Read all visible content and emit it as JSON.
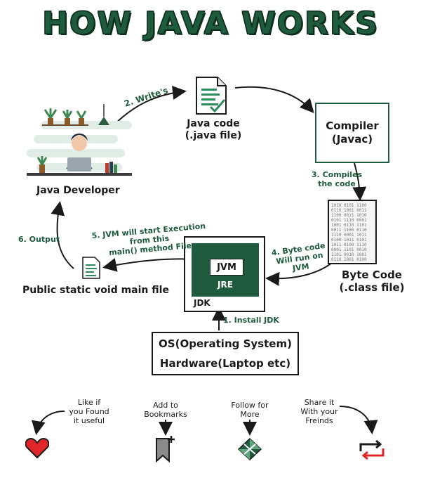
{
  "title": "HOW JAVA WORKS",
  "nodes": {
    "developer": "Java Developer",
    "java_code_line1": "Java code",
    "java_code_line2": "(.java file)",
    "compiler_line1": "Compiler",
    "compiler_line2": "(Javac)",
    "byte_code_line1": "Byte Code",
    "byte_code_line2": "(.class file)",
    "main_file": "Public static void main file",
    "jvm": "JVM",
    "jre": "JRE",
    "jdk": "JDK",
    "os": "OS(Operating System)",
    "hardware": "Hardware(Laptop etc)"
  },
  "edges": {
    "writes": "2. Write's",
    "compiles_line1": "3. Compiles",
    "compiles_line2": "the code",
    "bytecode_run_line1": "4. Byte code",
    "bytecode_run_line2": "Will run on",
    "bytecode_run_line3": "JVM",
    "jvm_exec_line1": "5. JVM will start Execution",
    "jvm_exec_line2": "from this",
    "jvm_exec_line3": "main() method File",
    "output": "6. Output",
    "install": "1. Install JDK"
  },
  "footer": {
    "like_line1": "Like if",
    "like_line2": "you Found",
    "like_line3": "it useful",
    "bookmark_line1": "Add to",
    "bookmark_line2": "Bookmarks",
    "follow_line1": "Follow for",
    "follow_line2": "More",
    "share_line1": "Share it",
    "share_line2": "With your",
    "share_line3": "Freinds"
  },
  "colors": {
    "brand_green": "#1f5b3e",
    "heart_red": "#e0262b"
  }
}
